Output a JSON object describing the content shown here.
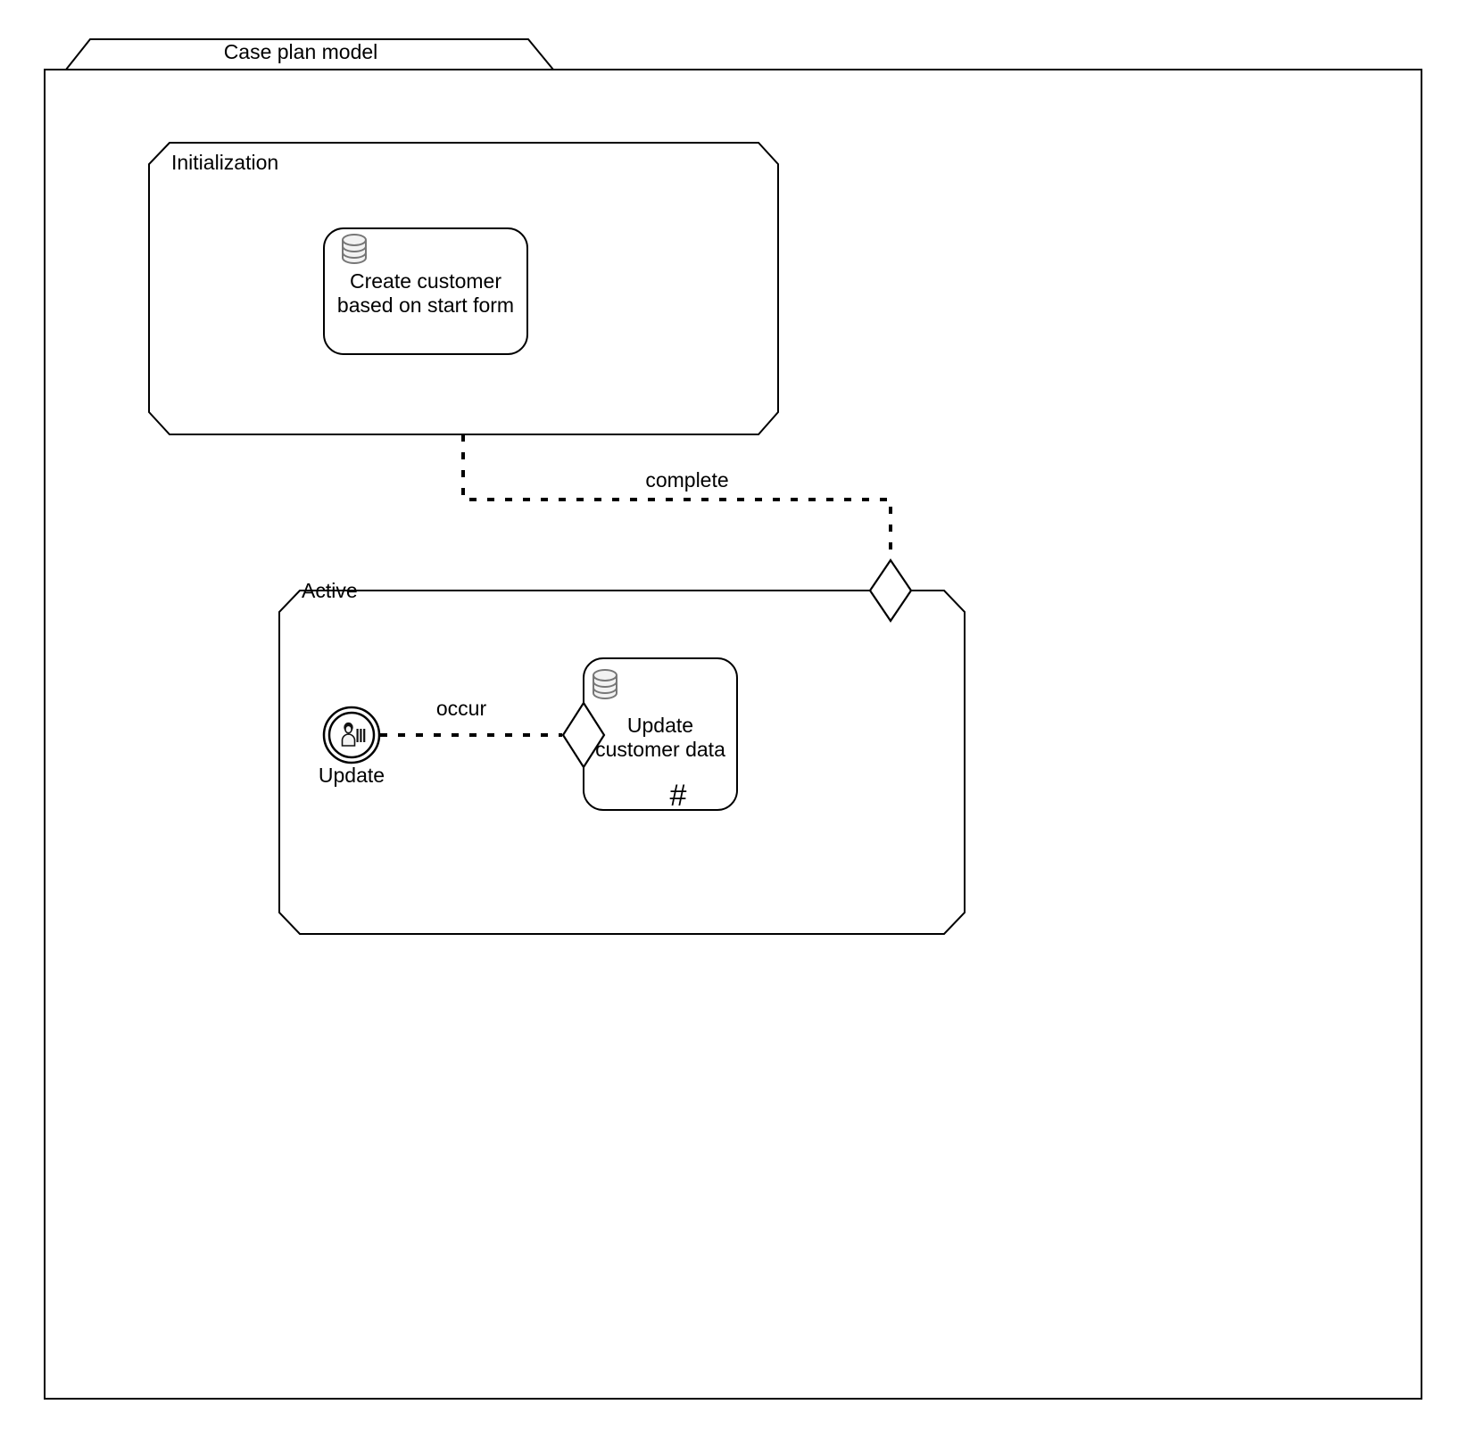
{
  "diagram": {
    "type": "cmmn-case-plan-model",
    "title": "Case plan model"
  },
  "stages": [
    {
      "id": "initialization",
      "label": "Initialization",
      "tasks": [
        {
          "id": "create-customer",
          "label_line1": "Create customer",
          "label_line2": "based on start form",
          "icon": "database-icon",
          "marker": ""
        }
      ]
    },
    {
      "id": "active",
      "label": "Active",
      "tasks": [
        {
          "id": "update-customer-data",
          "label_line1": "Update",
          "label_line2": "customer data",
          "icon": "database-icon",
          "marker": "#"
        }
      ],
      "event_listeners": [
        {
          "id": "update-listener",
          "label": "Update",
          "icon": "user-event-listener-icon"
        }
      ]
    }
  ],
  "connectors": [
    {
      "id": "complete-connector",
      "label": "complete",
      "from": "initialization",
      "to": "active",
      "style": "dotted",
      "criterion": "entry-criterion-diamond"
    },
    {
      "id": "occur-connector",
      "label": "occur",
      "from": "update-listener",
      "to": "update-customer-data",
      "style": "dotted",
      "criterion": "entry-criterion-diamond"
    }
  ],
  "colors": {
    "stroke": "#000000",
    "fill": "#ffffff",
    "icon_gray": "#777777",
    "icon_gray_fill": "#f2f2f2"
  }
}
